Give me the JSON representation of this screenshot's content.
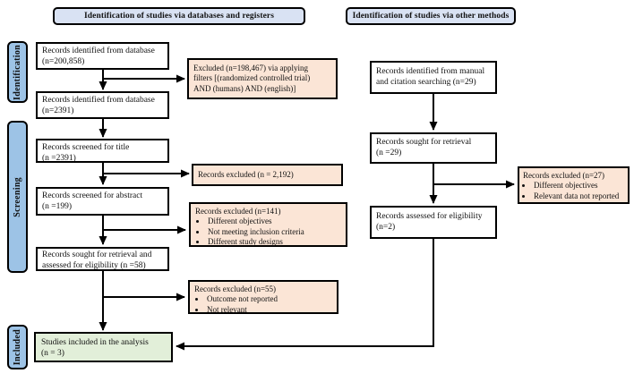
{
  "colors": {
    "page_bg": "#ffffff",
    "header_fill": "#d9e2f3",
    "stage_fill": "#9dc3e6",
    "excluded_fill": "#fbe5d6",
    "included_fill": "#e2efd9",
    "box_fill": "#ffffff",
    "border": "#000000",
    "text": "#111111",
    "arrow": "#000000"
  },
  "headers": {
    "databases": "Identification of studies via databases and registers",
    "other_methods": "Identification of studies via other methods"
  },
  "stages": [
    "Identification",
    "Screening",
    "Included"
  ],
  "left_col": {
    "box1": {
      "l1": "Records identified from database",
      "l2": "(n=200,858)"
    },
    "box2": {
      "l1": "Records identified from database",
      "l2": "(n=2391)"
    },
    "box3": {
      "l1": "Records screened for title",
      "l2": "(n =2391)"
    },
    "box4": {
      "l1": "Records screened for abstract",
      "l2": "(n =199)"
    },
    "box5": {
      "l1": "Records sought for retrieval and",
      "l2": "assessed for eligibility (n =58)"
    },
    "included": {
      "l1": "Studies included in the analysis",
      "l2": "(n = 3)"
    }
  },
  "right_col": {
    "box1": {
      "l1": "Records identified from manual",
      "l2": "and citation searching (n=29)"
    },
    "box2": {
      "l1": "Records sought for retrieval",
      "l2": "(n =29)"
    },
    "box3": {
      "l1": "Records assessed for eligibility",
      "l2": "(n=2)"
    }
  },
  "excluded": {
    "e1": {
      "l1": "Excluded (n=198,467) via applying",
      "l2": "filters [(randomized controlled trial)",
      "l3": "AND (humans) AND (english)]"
    },
    "e2": {
      "l1": "Records excluded (n = 2,192)"
    },
    "e3": {
      "title": "Records excluded (n=141)",
      "bullets": [
        "Different objectives",
        "Not meeting inclusion criteria",
        "Different study designs"
      ]
    },
    "e4": {
      "title": "Records excluded (n=55)",
      "bullets": [
        "Outcome not reported",
        "Not relevant"
      ]
    },
    "e5": {
      "title": "Records excluded (n=27)",
      "bullets": [
        "Different objectives",
        "Relevant data not reported"
      ]
    }
  }
}
